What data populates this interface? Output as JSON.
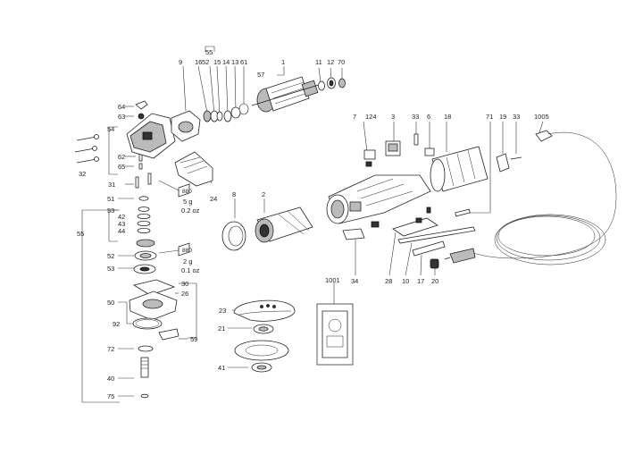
{
  "callouts": {
    "c1": "1",
    "c2": "2",
    "c3": "3",
    "c6": "6",
    "c7": "7",
    "c8": "8",
    "c9": "9",
    "c10": "10",
    "c11": "11",
    "c12": "12",
    "c13": "13",
    "c14": "14",
    "c15": "15",
    "c16": "16",
    "c17": "17",
    "c18": "18",
    "c19": "19",
    "c20": "20",
    "c21": "21",
    "c23": "23",
    "c24": "24",
    "c26": "26",
    "c28": "28",
    "c30": "30",
    "c31": "31",
    "c32": "32",
    "c33a": "33",
    "c33b": "33",
    "c34": "34",
    "c40": "40",
    "c41": "41",
    "c42": "42",
    "c43": "43",
    "c44": "44",
    "c50": "50",
    "c51": "51",
    "c52": "52",
    "c52b": "52",
    "c53": "53",
    "c53b": "53",
    "c54": "54",
    "c55a": "55",
    "c55b": "55",
    "c57": "57",
    "c59": "59",
    "c61": "61",
    "c62": "62",
    "c63": "63",
    "c64": "64",
    "c65": "65",
    "c70": "70",
    "c71": "71",
    "c72": "72",
    "c75": "75",
    "c92": "92",
    "c124": "124",
    "c1001": "1001",
    "c1005": "1005"
  },
  "grease_notes": {
    "top": {
      "code": "880",
      "mass": "5 g",
      "oz": "0.2 oz"
    },
    "bottom": {
      "code": "880",
      "mass": "2 g",
      "oz": "0.1 oz"
    }
  }
}
